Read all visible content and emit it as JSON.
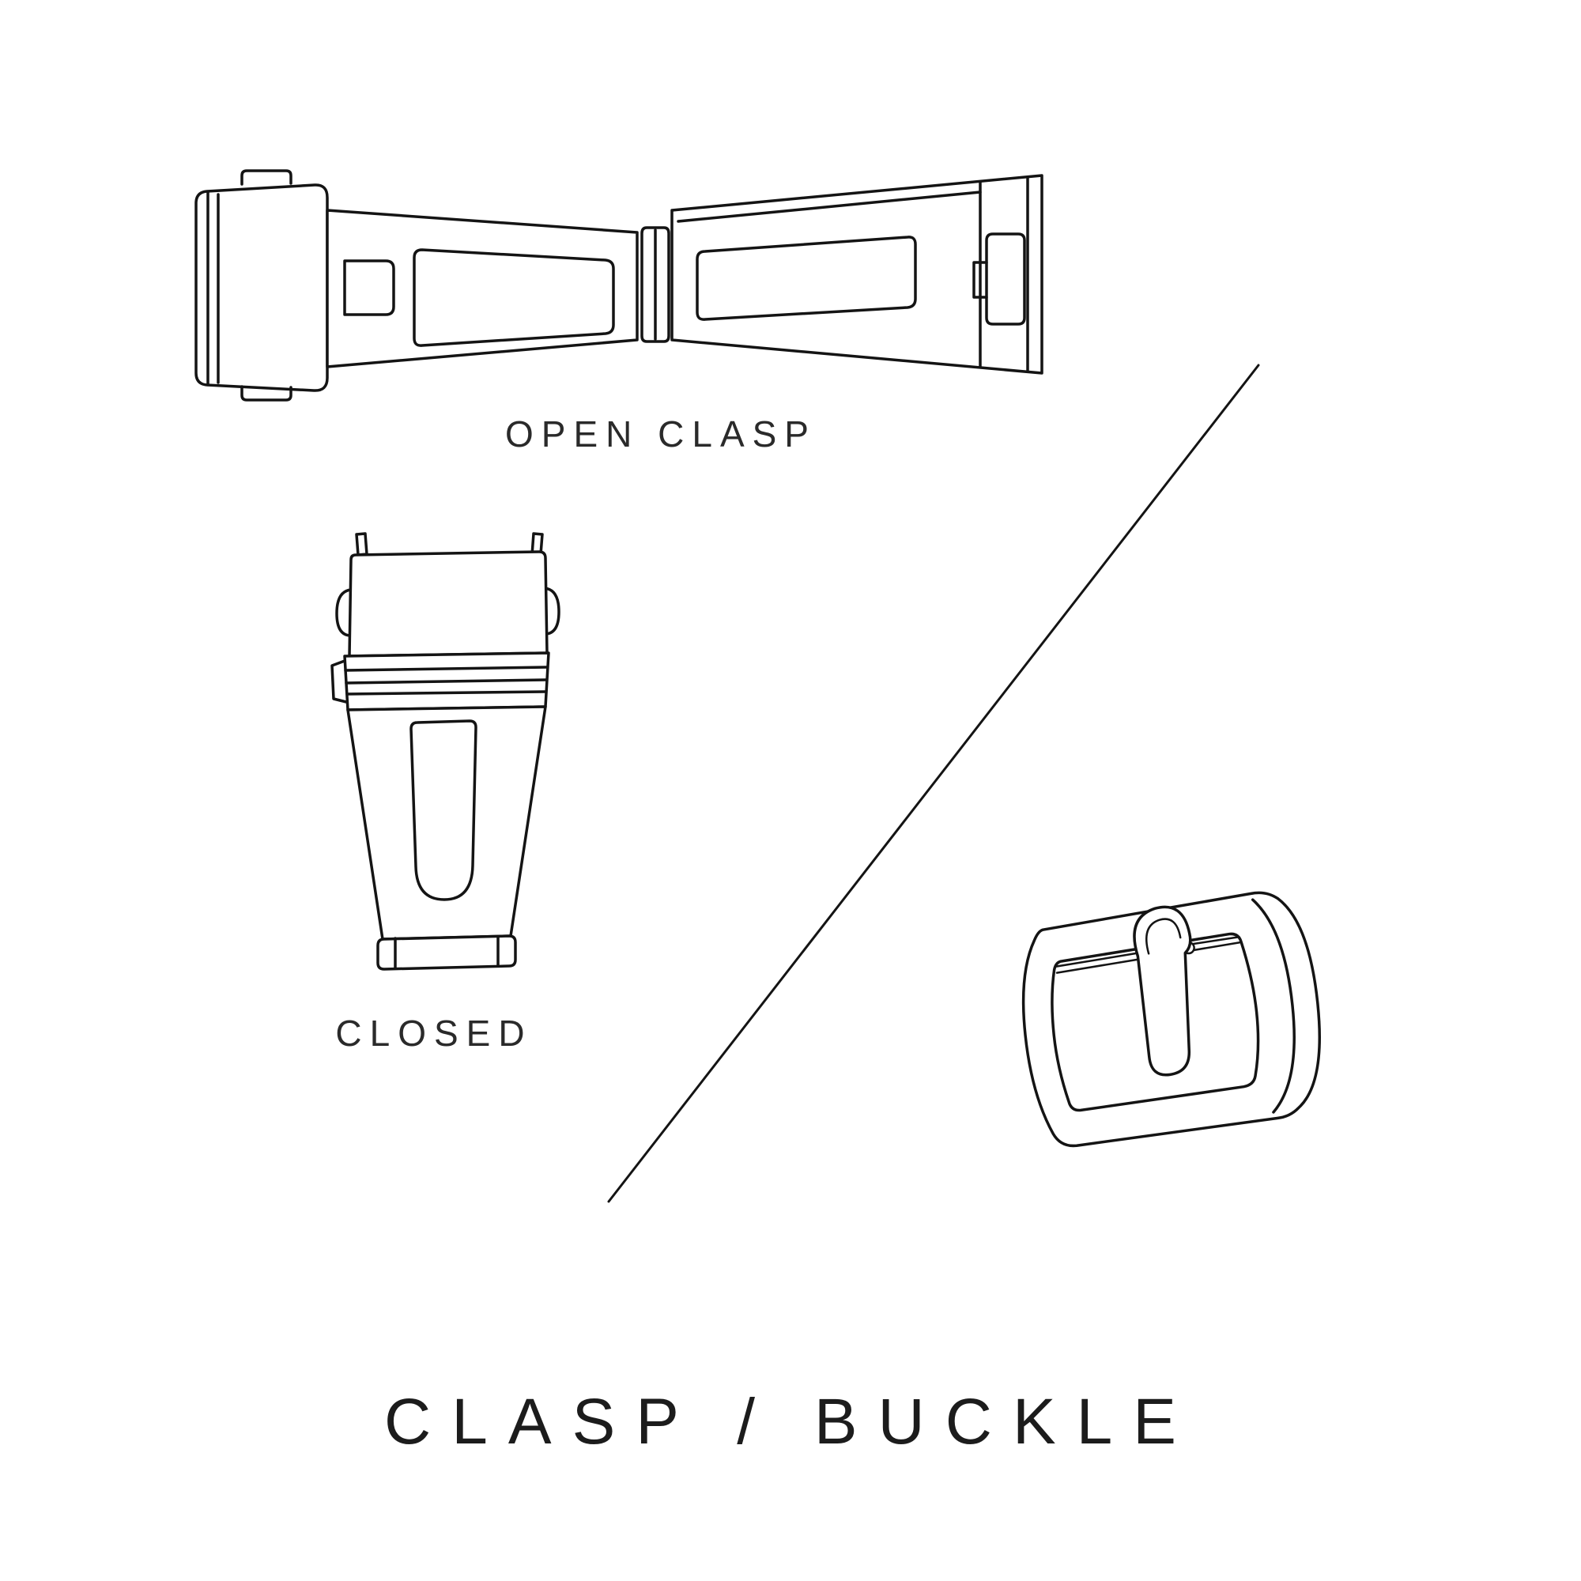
{
  "title": "CLASP / BUCKLE",
  "colors": {
    "background": "#ffffff",
    "line": "#141414",
    "text": "#1f1f1f"
  },
  "sections": {
    "clasp": {
      "open_label": "OPEN CLASP",
      "closed_label": "CLOSED"
    }
  },
  "illustrations": {
    "open_clasp": "open-clasp-line-drawing",
    "closed_clasp": "closed-clasp-line-drawing",
    "buckle": "tang-buckle-line-drawing",
    "divider": "diagonal-divider-line"
  }
}
